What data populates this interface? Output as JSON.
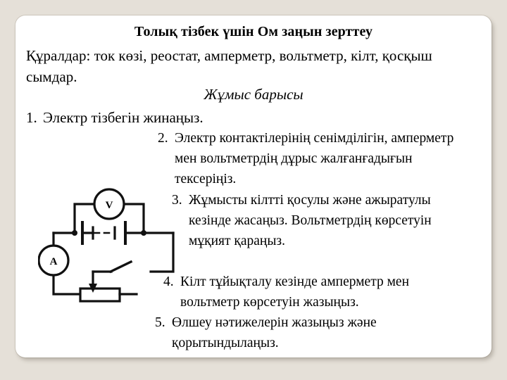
{
  "slide": {
    "title": "Толық тізбек үшін Ом заңын зерттеу",
    "materials": "Құралдар: ток көзі, реостат, амперметр, вольтметр, кілт, қосқыш сымдар.",
    "subtitle": "Жұмыс барысы",
    "steps": [
      {
        "number": "1.",
        "text": "Электр тізбегін жинаңыз."
      },
      {
        "number": "2.",
        "text": "Электр контактілерінің сенімділігін, амперметр мен вольтметрдің дұрыс жалғанғадығын тексеріңіз."
      },
      {
        "number": "3.",
        "text": "Жұмысты кілтті қосулы және ажыратулы кезінде жасаңыз. Вольтметрдің көрсетуін мұқият қараңыз."
      },
      {
        "number": "4.",
        "text": "Кілт тұйықталу кезінде амперметр мен вольтметр көрсетуін жазыңыз."
      },
      {
        "number": "5.",
        "text": "Өлшеу нәтижелерін жазыңыз және қорытындылаңыз."
      }
    ]
  },
  "circuit": {
    "voltmeter_label": "V",
    "ammeter_label": "A"
  },
  "colors": {
    "background": "#e5e0d8",
    "card": "#ffffff",
    "text": "#000000",
    "circuit_stroke": "#111111"
  }
}
